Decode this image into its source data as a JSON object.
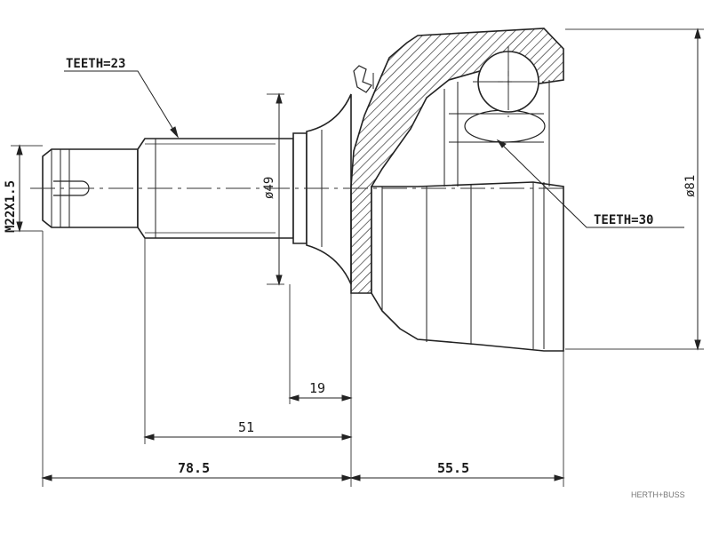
{
  "labels": {
    "teeth_shaft": "TEETH=23",
    "teeth_joint": "TEETH=30",
    "thread": "M22X1.5",
    "shaft_diameter": "ø49",
    "outer_diameter": "ø81"
  },
  "dimensions": {
    "flange_to_shoulder": "19",
    "spline_length": "51",
    "shaft_length": "78.5",
    "bell_length": "55.5"
  },
  "watermark": "HERTH+BUSS"
}
